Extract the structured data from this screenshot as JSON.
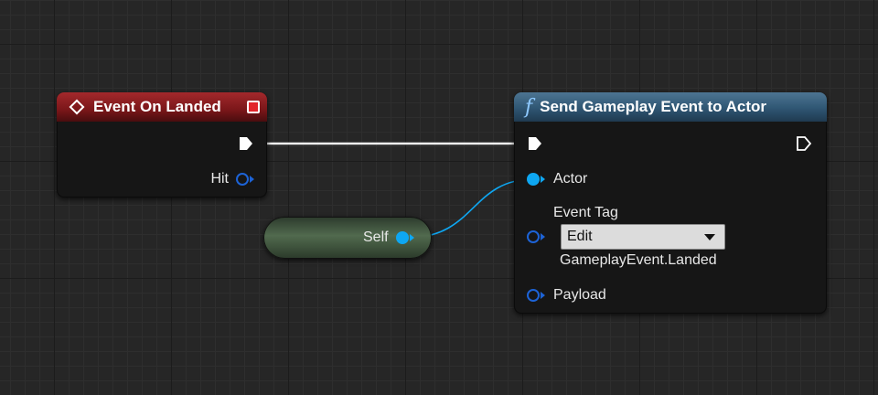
{
  "event_node": {
    "title": "Event On Landed",
    "output_pin": "Hit"
  },
  "self_node": {
    "label": "Self"
  },
  "function_node": {
    "title": "Send Gameplay Event to Actor",
    "pins": {
      "actor": "Actor",
      "event_tag": "Event Tag",
      "payload": "Payload"
    },
    "event_tag_dropdown": {
      "selected": "Edit"
    },
    "event_tag_value": "GameplayEvent.Landed"
  },
  "colors": {
    "event_header": "#7a1619",
    "function_header": "#2f5673",
    "object_pin": "#0ea7f2",
    "struct_pin": "#1d63d6",
    "exec_wire": "#ffffff",
    "object_wire": "#0ea7f2"
  },
  "icons": {
    "event": "event-diamond-icon",
    "function": "function-f-icon",
    "stop": "stop-icon"
  }
}
